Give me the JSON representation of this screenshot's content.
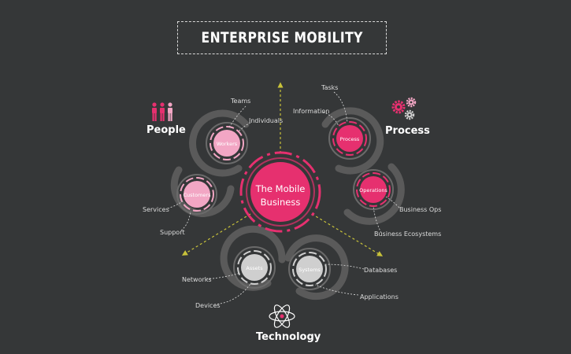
{
  "title": "ENTERPRISE MOBILITY",
  "center": {
    "line1": "The Mobile",
    "line2": "Business"
  },
  "groups": {
    "people": "People",
    "process": "Process",
    "technology": "Technology"
  },
  "nodes": {
    "workers": "Workers",
    "customers": "Customers",
    "process": "Process",
    "operations": "Operations",
    "assets": "Assets",
    "systems": "Systems"
  },
  "labels": {
    "teams": "Teams",
    "individuals": "Individuals",
    "services": "Services",
    "support": "Support",
    "tasks": "Tasks",
    "information": "Information",
    "business_ops": "Business Ops",
    "business_ecosystems": "Business Ecosystems",
    "networks": "Networks",
    "devices": "Devices",
    "databases": "Databases",
    "applications": "Applications"
  },
  "colors": {
    "background": "#353738",
    "pink": "#e6306f",
    "light_pink": "#f2a6c4",
    "light_gray": "#cfcfcf",
    "track_gray": "#5a5a5a",
    "arrow_yellow": "#c8c23a",
    "text": "#ffffff",
    "label_text": "#dcdcdc"
  },
  "icons": [
    "people-icon",
    "gears-icon",
    "atom-icon"
  ]
}
